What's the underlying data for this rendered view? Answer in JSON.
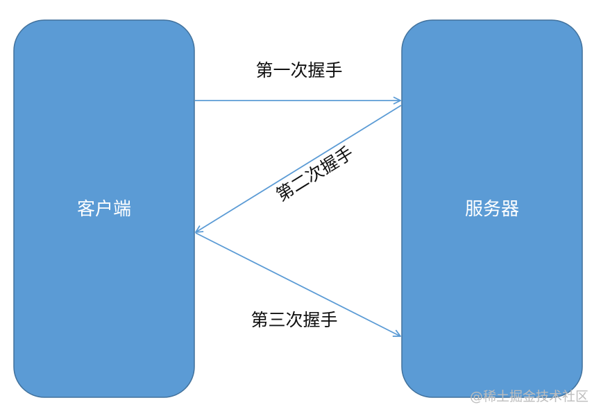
{
  "nodes": {
    "client": {
      "label": "客户端"
    },
    "server": {
      "label": "服务器"
    }
  },
  "edges": [
    {
      "label": "第一次握手",
      "from": "client",
      "to": "server"
    },
    {
      "label": "第二次握手",
      "from": "server",
      "to": "client"
    },
    {
      "label": "第三次握手",
      "from": "client",
      "to": "server"
    }
  ],
  "watermark": "@稀土掘金技术社区",
  "colors": {
    "node_fill": "#5b9bd5",
    "node_stroke": "#41719c",
    "edge": "#5b9bd5",
    "node_text": "#ffffff",
    "edge_text": "#111111"
  }
}
